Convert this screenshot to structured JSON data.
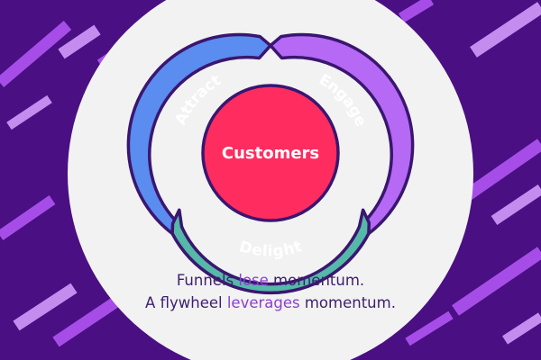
{
  "colors": {
    "background": "#4a0f82",
    "circle": "#f2f2f2",
    "outline": "#3a1670",
    "attract": "#5b8cf0",
    "engage": "#b569f5",
    "delight": "#56b8a8",
    "customers": "#ff2d5f",
    "stripe_light": "#c58cf0",
    "stripe_mid": "#a64de8",
    "highlight_text": "#8b3fd1",
    "text": "#3c1f6e"
  },
  "flywheel": {
    "center_label": "Customers",
    "segments": [
      {
        "label": "Attract"
      },
      {
        "label": "Engage"
      },
      {
        "label": "Delight"
      }
    ]
  },
  "tagline": {
    "line1": {
      "before": "Funnels ",
      "highlight": "lose",
      "after": " momentum."
    },
    "line2": {
      "before": "A flywheel ",
      "highlight": "leverages",
      "after": " momentum."
    }
  }
}
